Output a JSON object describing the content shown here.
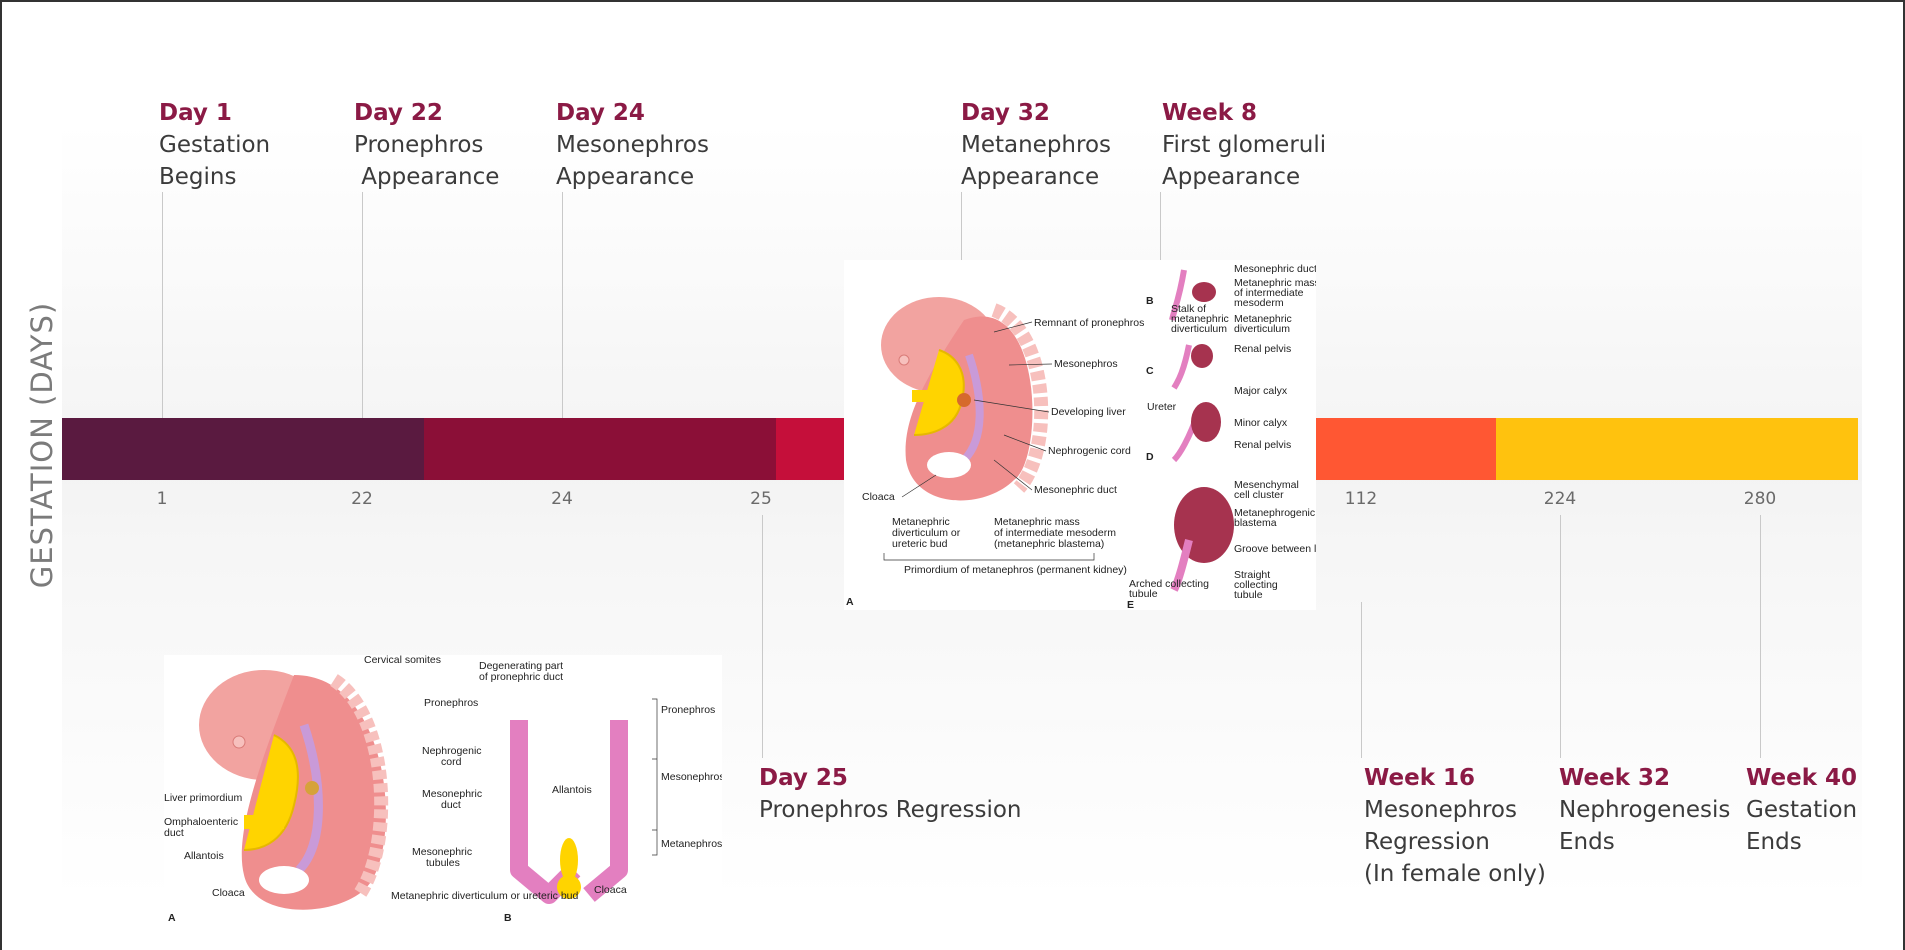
{
  "axis_label": "GESTATION (DAYS)",
  "colors": {
    "band_1": "#5a1a40",
    "band_2": "#8b0f37",
    "band_3": "#c50f3a",
    "band_4": "#e8351f",
    "band_5": "#ff5733",
    "band_6": "#ffc20e",
    "event_title": "#8b1a45",
    "event_text": "#3b3b3b",
    "tick_text": "#6a6a6a"
  },
  "ticks": [
    "1",
    "22",
    "24",
    "25",
    "112",
    "224",
    "280"
  ],
  "events_top": [
    {
      "when": "Day 1",
      "line1": "Gestation",
      "line2": "Begins"
    },
    {
      "when": "Day 22",
      "line1": "Pronephros",
      "line2": " Appearance"
    },
    {
      "when": "Day 24",
      "line1": "Mesonephros",
      "line2": "Appearance"
    },
    {
      "when": "Day 32",
      "line1": "Metanephros",
      "line2": "Appearance"
    },
    {
      "when": "Week 8",
      "line1": "First glomeruli",
      "line2": "Appearance"
    }
  ],
  "events_bottom": [
    {
      "when": "Day 25",
      "line1": "Pronephros Regression"
    },
    {
      "when": "Week 16",
      "line1": "Mesonephros",
      "line2": "Regression",
      "line3": "(In female only)"
    },
    {
      "when": "Week 32",
      "line1": "Nephrogenesis",
      "line2": "Ends"
    },
    {
      "when": "Week 40",
      "line1": "Gestation",
      "line2": "Ends"
    }
  ],
  "figure_bottom": {
    "panel_a": "A",
    "panel_b": "B",
    "labels": {
      "cervical_somites": "Cervical somites",
      "pronephros_a": "Pronephros",
      "nephrogenic_cord": "Nephrogenic",
      "nephrogenic_cord_2": "cord",
      "liver_primordium": "Liver primordium",
      "mesonephric_duct": "Mesonephric",
      "mesonephric_duct_2": "duct",
      "omphaloenteric": "Omphaloenteric",
      "omphaloenteric_2": "duct",
      "allantois_a": "Allantois",
      "mesonephric_tubules": "Mesonephric",
      "mesonephric_tubules_2": "tubules",
      "cloaca_a": "Cloaca",
      "metanephric_div": "Metanephric diverticulum or ureteric bud",
      "degenerating": "Degenerating part",
      "degenerating_2": "of pronephric duct",
      "pronephros_b": "Pronephros",
      "allantois_b": "Allantois",
      "mesonephros_b": "Mesonephros",
      "metanephros_b": "Metanephros",
      "cloaca_b": "Cloaca"
    }
  },
  "figure_middle": {
    "panel_a": "A",
    "panel_b": "B",
    "panel_c": "C",
    "panel_d": "D",
    "panel_e": "E",
    "labels": {
      "remnant_pronephros": "Remnant of pronephros",
      "mesonephros": "Mesonephros",
      "developing_liver": "Developing liver",
      "nephrogenic_cord": "Nephrogenic cord",
      "mesonephric_duct": "Mesonephric duct",
      "cloaca": "Cloaca",
      "metanephric_div_1": "Metanephric",
      "metanephric_div_2": "diverticulum or",
      "metanephric_div_3": "ureteric bud",
      "metanephric_mass_1": "Metanephric mass",
      "metanephric_mass_2": "of intermediate mesoderm",
      "metanephric_mass_3": "(metanephric blastema)",
      "primordium": "Primordium of metanephros (permanent kidney)",
      "b_mesonephric_duct": "Mesonephric duct",
      "b_mass_1": "Metanephric mass",
      "b_mass_2": "of intermediate",
      "b_mass_3": "mesoderm",
      "b_stalk_1": "Stalk of",
      "b_stalk_2": "metanephric",
      "b_stalk_3": "diverticulum",
      "b_div_1": "Metanephric",
      "b_div_2": "diverticulum",
      "c_renal_pelvis": "Renal pelvis",
      "ureter": "Ureter",
      "major_calyx": "Major calyx",
      "minor_calyx": "Minor calyx",
      "d_renal_pelvis": "Renal pelvis",
      "e_mesenchymal_1": "Mesenchymal",
      "e_mesenchymal_2": "cell cluster",
      "e_blastema_1": "Metanephrogenic",
      "e_blastema_2": "blastema",
      "e_groove": "Groove between lobes",
      "e_arched_1": "Arched collecting",
      "e_arched_2": "tubule",
      "e_straight_1": "Straight",
      "e_straight_2": "collecting",
      "e_straight_3": "tubule"
    }
  }
}
